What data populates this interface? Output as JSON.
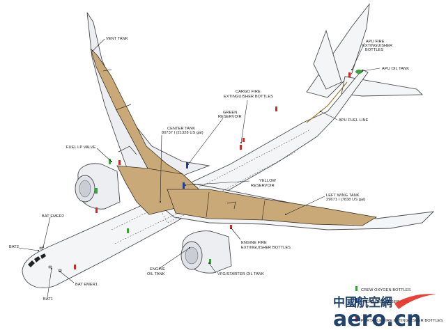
{
  "labels": {
    "vent_tank": "VENT TANK",
    "apu_fire_1": "APU FIRE",
    "apu_fire_2": "EXTINGUISHER",
    "apu_fire_3": "BOTTLES",
    "apu_oil_tank": "APU OIL TANK",
    "cargo_fire_1": "CARGO FIRE",
    "cargo_fire_2": "EXTINGUISHER BOTTLES",
    "green_res_1": "GREEN",
    "green_res_2": "RESERVOIR",
    "apu_fuel_line": "APU FUEL LINE",
    "center_tank_1": "CENTER TANK",
    "center_tank_2": "80737 l (21328 US gal)",
    "fuel_lp_valve": "FUEL LP VALVE",
    "yellow_res_1": "YELLOW",
    "yellow_res_2": "RESERVOIR",
    "left_wing_1": "LEFT WING TANK",
    "left_wing_2": "29671 l (7838 US gal)",
    "bat_emer2": "BAT EMER2",
    "bat2": "BAT2",
    "engine_fire_1": "ENGINE FIRE",
    "engine_fire_2": "EXTINGUISHER BOTTLES",
    "engine_oil_1": "ENGINE",
    "engine_oil_2": "OIL TANK",
    "vfg_oil": "VFG/STARTER OIL TANK",
    "bat_emer1": "BAT EMER1",
    "bat1": "BAT1"
  },
  "legend": {
    "crew_oxygen": "CREW OXYGEN BOTTLES",
    "hydraulic_res": "HYDRAULIC RESERVOIR",
    "portable_fire": "PORTABLE FIRE EXTINGUISHER BOTTLES"
  },
  "watermark": {
    "cn": "中國航空網",
    "en": "aero.cn"
  },
  "colors": {
    "fuel_tank": "#c9a977",
    "oxygen": "#3aa03a",
    "fire": "#cc2b2b",
    "hydraulic": "#1f3d99",
    "brand": "#12355f",
    "brand_accent": "#e6332a"
  }
}
